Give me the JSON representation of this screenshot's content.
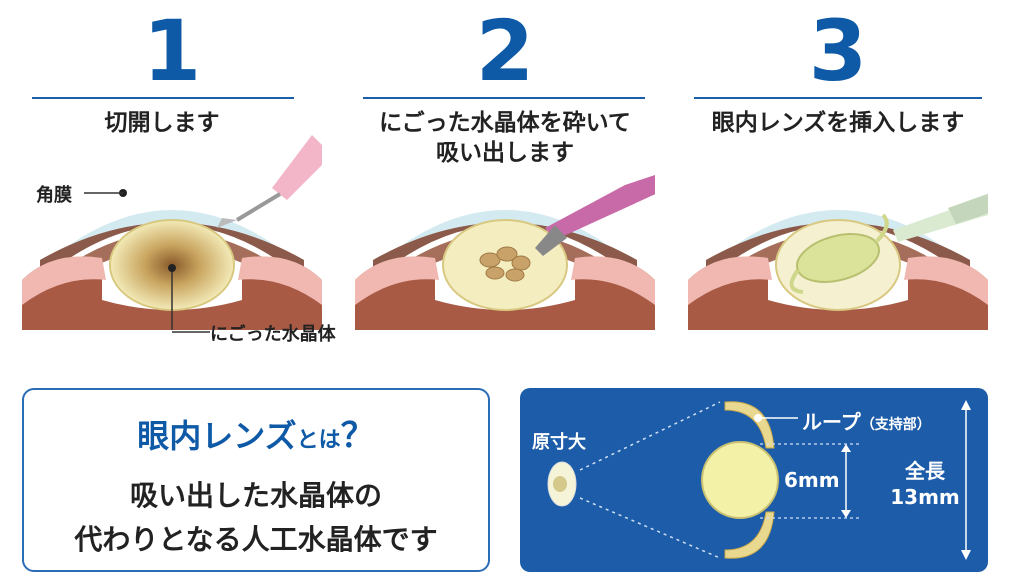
{
  "steps": [
    {
      "number": "1",
      "caption_line1": "切開します",
      "caption_line2": ""
    },
    {
      "number": "2",
      "caption_line1": "にごった水晶体を砕いて",
      "caption_line2": "吸い出します"
    },
    {
      "number": "3",
      "caption_line1": "眼内レンズを挿入します",
      "caption_line2": ""
    }
  ],
  "labels": {
    "cornea": "角膜",
    "cloudy_lens": "にごった水晶体"
  },
  "info": {
    "title_main": "眼内レンズ",
    "title_suffix": "とは",
    "title_mark": "？",
    "body_line1": "吸い出した水晶体の",
    "body_line2": "代わりとなる人工水晶体です"
  },
  "iol": {
    "actual_size": "原寸大",
    "loop": "ループ",
    "loop_note": "（支持部）",
    "optic_size": "6mm",
    "total_label": "全長",
    "total_size": "13mm"
  },
  "colors": {
    "accent_blue": "#0e5aa7",
    "panel_blue": "#1d5ca8",
    "iris": "#8b5a4a",
    "lens_cloudy": "#e9dc9a",
    "iol_yellow": "#e8e8a0"
  }
}
